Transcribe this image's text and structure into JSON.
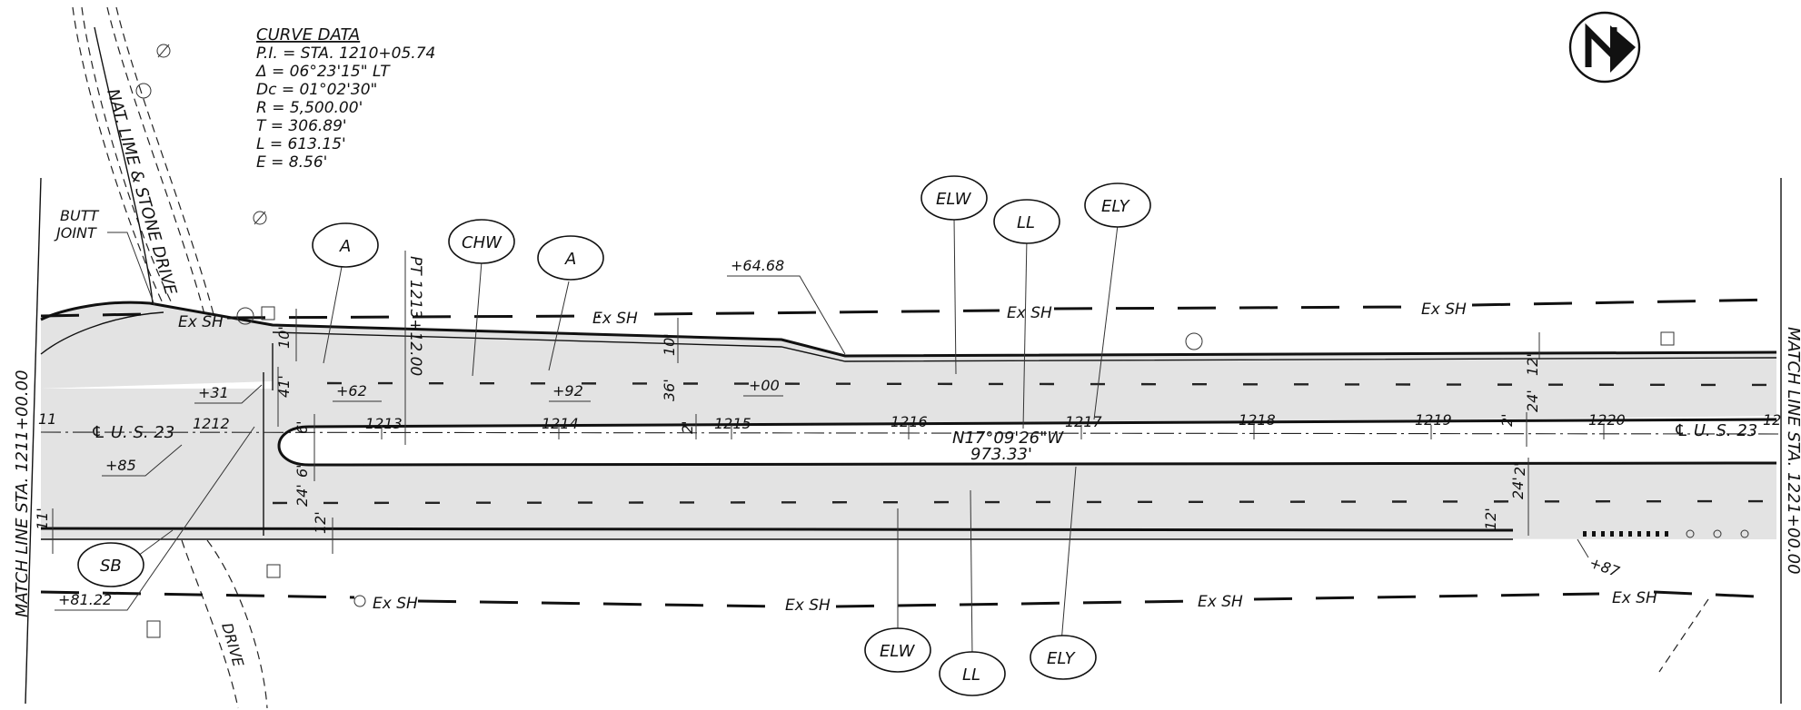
{
  "curve_data": {
    "title": "CURVE DATA",
    "pi": "P.I. = STA. 1210+05.74",
    "delta": "Δ  = 06°23'15\" LT",
    "dc": "Dc = 01°02'30\"",
    "r": "R  = 5,500.00'",
    "t": "T  = 306.89'",
    "l": "L  = 613.15'",
    "e": "E  = 8.56'"
  },
  "match_lines": {
    "left": "MATCH LINE STA. 1211+00.00",
    "right": "MATCH LINE STA. 1221+00.00"
  },
  "roads": {
    "nat_lime": "NAT. LIME & STONE DRIVE",
    "drive": "DRIVE",
    "centerline": "℄ U. S.  23"
  },
  "labels": {
    "butt_joint_1": "BUTT",
    "butt_joint_2": "JOINT",
    "ex_sh": "Ex SH",
    "pt": "PT 1213+12.00",
    "bearing": "N17°09'26\"W",
    "distance": "973.33'"
  },
  "callouts_top": [
    "A",
    "CHW",
    "A",
    "ELW",
    "LL",
    "ELY"
  ],
  "callouts_bottom": [
    "SB",
    "ELW",
    "LL",
    "ELY"
  ],
  "stations": [
    "11",
    "1212",
    "1213",
    "1214",
    "1215",
    "1216",
    "1217",
    "1218",
    "1219",
    "1220",
    "12"
  ],
  "plus_offsets": [
    "+31",
    "+85",
    "+81.22",
    "+62",
    "+92",
    "+00",
    "+64.68",
    "+87"
  ],
  "dimensions": [
    "10'",
    "41'",
    "6'",
    "6'",
    "24'",
    "12'",
    "11'",
    "10'",
    "36'",
    "2'",
    "12'",
    "24'",
    "2'",
    "24'",
    "2'",
    "12'"
  ],
  "colors": {
    "pavement": "#e3e3e3",
    "linework": "#111111",
    "background": "#ffffff"
  },
  "icons": [
    "north-arrow-icon",
    "utility-pole-icon",
    "manhole-icon",
    "inlet-icon"
  ]
}
